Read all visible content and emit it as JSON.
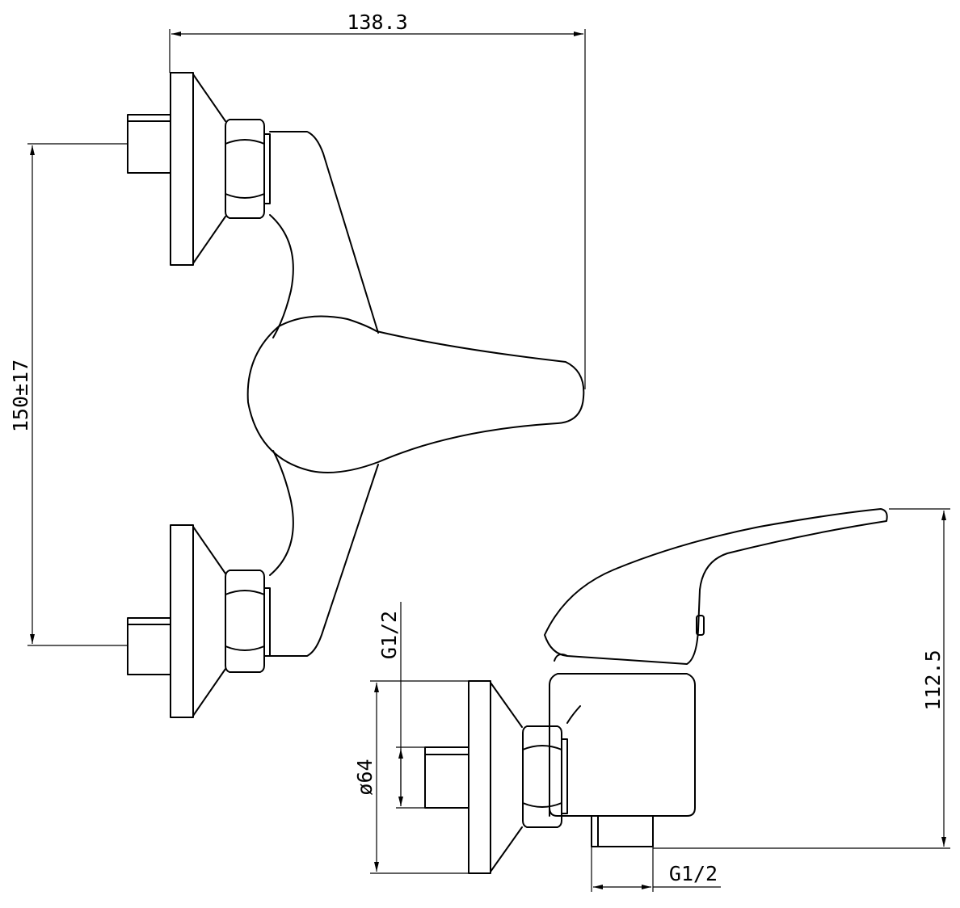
{
  "dimensions": {
    "overall_width": "138.3",
    "inlet_spacing": "150±17",
    "height": "112.5",
    "flange_diameter": "ø64",
    "inlet_thread": "G1/2",
    "outlet_thread": "G1/2"
  },
  "colors": {
    "line": "#000000",
    "background": "#ffffff"
  }
}
